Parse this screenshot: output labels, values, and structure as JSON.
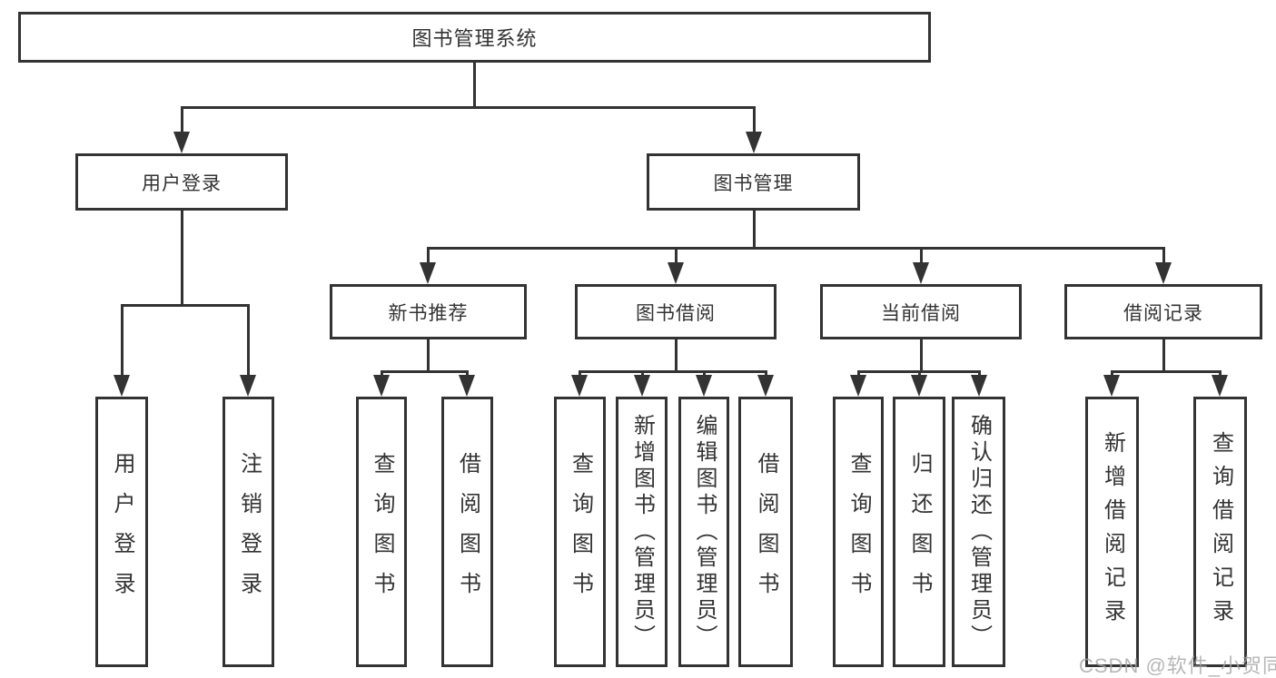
{
  "system": {
    "label": "图书管理系统"
  },
  "branches": [
    {
      "label": "用户登录",
      "children": [
        {
          "label": "用户登录"
        },
        {
          "label": "注销登录"
        }
      ]
    },
    {
      "label": "图书管理",
      "children": [
        {
          "label": "新书推荐",
          "children": [
            {
              "label": "查询图书"
            },
            {
              "label": "借阅图书"
            }
          ]
        },
        {
          "label": "图书借阅",
          "children": [
            {
              "label": "查询图书"
            },
            {
              "label": "新增图书（管理员）"
            },
            {
              "label": "编辑图书（管理员）"
            },
            {
              "label": "借阅图书"
            }
          ]
        },
        {
          "label": "当前借阅",
          "children": [
            {
              "label": "查询图书"
            },
            {
              "label": "归还图书"
            },
            {
              "label": "确认归还（管理员）"
            }
          ]
        },
        {
          "label": "借阅记录",
          "children": [
            {
              "label": "新增借阅记录"
            },
            {
              "label": "查询借阅记录"
            }
          ]
        }
      ]
    }
  ],
  "watermark": {
    "text": "CSDN @软件_小贺同学"
  },
  "colors": {
    "line": "#333333",
    "text": "#333333",
    "watermark": "#a5a5a5",
    "background": "#ffffff"
  }
}
